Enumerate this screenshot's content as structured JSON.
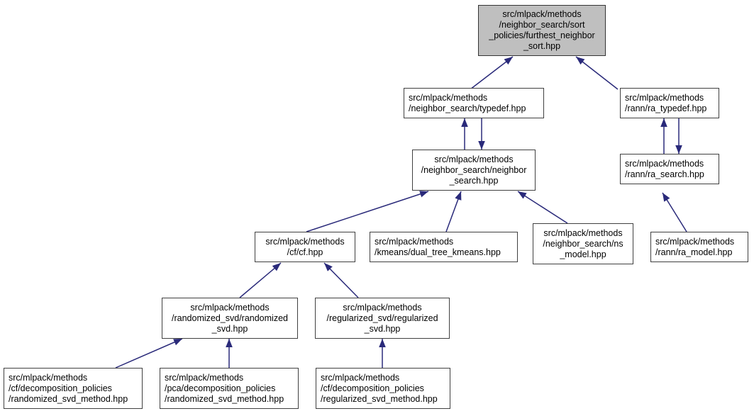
{
  "diagram": {
    "type": "include-dependency-graph",
    "title": "",
    "edge_color": "#2a2a7a",
    "root_fill": "#bfbfbf",
    "node_fill": "#ffffff",
    "node_border": "#404040"
  },
  "nodes": [
    {
      "id": "furthest_neighbor_sort",
      "lines": [
        "src/mlpack/methods",
        "/neighbor_search/sort",
        "_policies/furthest_neighbor",
        "_sort.hpp"
      ],
      "align": "center",
      "highlighted": true
    },
    {
      "id": "ns_typedef",
      "lines": [
        "src/mlpack/methods",
        "/neighbor_search/typedef.hpp"
      ],
      "align": "left",
      "highlighted": false
    },
    {
      "id": "ra_typedef",
      "lines": [
        "src/mlpack/methods",
        "/rann/ra_typedef.hpp"
      ],
      "align": "left",
      "highlighted": false
    },
    {
      "id": "neighbor_search",
      "lines": [
        "src/mlpack/methods",
        "/neighbor_search/neighbor",
        "_search.hpp"
      ],
      "align": "center",
      "highlighted": false
    },
    {
      "id": "ra_search",
      "lines": [
        "src/mlpack/methods",
        "/rann/ra_search.hpp"
      ],
      "align": "left",
      "highlighted": false
    },
    {
      "id": "cf",
      "lines": [
        "src/mlpack/methods",
        "/cf/cf.hpp"
      ],
      "align": "center",
      "highlighted": false
    },
    {
      "id": "dual_tree_kmeans",
      "lines": [
        "src/mlpack/methods",
        "/kmeans/dual_tree_kmeans.hpp"
      ],
      "align": "left",
      "highlighted": false
    },
    {
      "id": "ns_model",
      "lines": [
        "src/mlpack/methods",
        "/neighbor_search/ns",
        "_model.hpp"
      ],
      "align": "center",
      "highlighted": false
    },
    {
      "id": "ra_model",
      "lines": [
        "src/mlpack/methods",
        "/rann/ra_model.hpp"
      ],
      "align": "left",
      "highlighted": false
    },
    {
      "id": "randomized_svd",
      "lines": [
        "src/mlpack/methods",
        "/randomized_svd/randomized",
        "_svd.hpp"
      ],
      "align": "center",
      "highlighted": false
    },
    {
      "id": "regularized_svd",
      "lines": [
        "src/mlpack/methods",
        "/regularized_svd/regularized",
        "_svd.hpp"
      ],
      "align": "center",
      "highlighted": false
    },
    {
      "id": "cf_randomized_svd_method",
      "lines": [
        "src/mlpack/methods",
        "/cf/decomposition_policies",
        "/randomized_svd_method.hpp"
      ],
      "align": "left",
      "highlighted": false
    },
    {
      "id": "pca_randomized_svd_method",
      "lines": [
        "src/mlpack/methods",
        "/pca/decomposition_policies",
        "/randomized_svd_method.hpp"
      ],
      "align": "left",
      "highlighted": false
    },
    {
      "id": "cf_regularized_svd_method",
      "lines": [
        "src/mlpack/methods",
        "/cf/decomposition_policies",
        "/regularized_svd_method.hpp"
      ],
      "align": "left",
      "highlighted": false
    }
  ],
  "edges": [
    {
      "from": "ns_typedef",
      "to": "furthest_neighbor_sort"
    },
    {
      "from": "ra_typedef",
      "to": "furthest_neighbor_sort"
    },
    {
      "from": "neighbor_search",
      "to": "ns_typedef"
    },
    {
      "from": "ns_typedef",
      "to": "neighbor_search"
    },
    {
      "from": "ra_search",
      "to": "ra_typedef"
    },
    {
      "from": "ra_typedef",
      "to": "ra_search"
    },
    {
      "from": "cf",
      "to": "neighbor_search"
    },
    {
      "from": "dual_tree_kmeans",
      "to": "neighbor_search"
    },
    {
      "from": "ns_model",
      "to": "neighbor_search"
    },
    {
      "from": "ra_model",
      "to": "ra_search"
    },
    {
      "from": "randomized_svd",
      "to": "cf"
    },
    {
      "from": "regularized_svd",
      "to": "cf"
    },
    {
      "from": "cf_randomized_svd_method",
      "to": "randomized_svd"
    },
    {
      "from": "pca_randomized_svd_method",
      "to": "randomized_svd"
    },
    {
      "from": "cf_regularized_svd_method",
      "to": "regularized_svd"
    }
  ]
}
